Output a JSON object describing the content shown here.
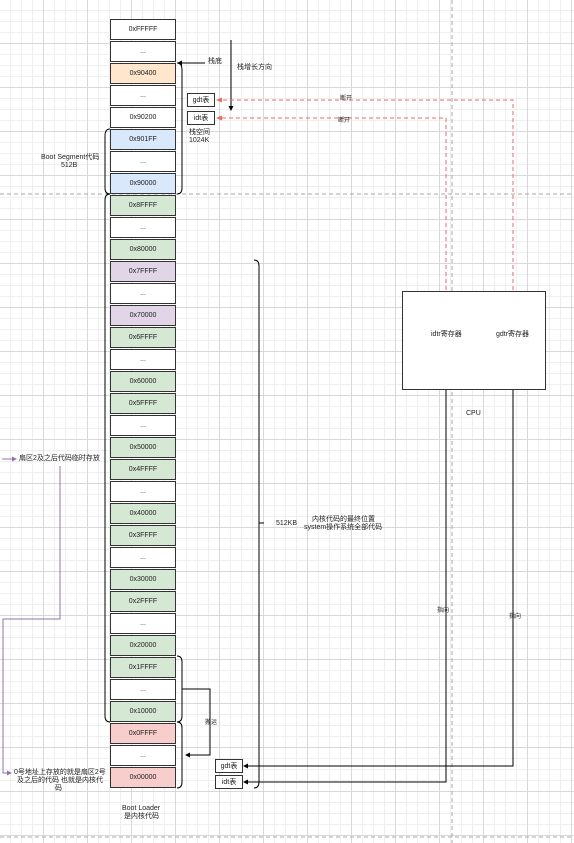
{
  "memory": [
    {
      "label": "0xFFFFF",
      "color": "white"
    },
    {
      "label": "...",
      "color": "white"
    },
    {
      "label": "0x90400",
      "color": "orange"
    },
    {
      "label": "...",
      "color": "white"
    },
    {
      "label": "0x90200",
      "color": "white"
    },
    {
      "label": "0x901FF",
      "color": "blue"
    },
    {
      "label": "...",
      "color": "white"
    },
    {
      "label": "0x90000",
      "color": "blue"
    },
    {
      "label": "0x8FFFF",
      "color": "green"
    },
    {
      "label": "...",
      "color": "white"
    },
    {
      "label": "0x80000",
      "color": "green"
    },
    {
      "label": "0x7FFFF",
      "color": "purple"
    },
    {
      "label": "...",
      "color": "white"
    },
    {
      "label": "0x70000",
      "color": "purple"
    },
    {
      "label": "0x6FFFF",
      "color": "green"
    },
    {
      "label": "...",
      "color": "white"
    },
    {
      "label": "0x60000",
      "color": "green"
    },
    {
      "label": "0x5FFFF",
      "color": "green"
    },
    {
      "label": "...",
      "color": "white"
    },
    {
      "label": "0x50000",
      "color": "green"
    },
    {
      "label": "0x4FFFF",
      "color": "green"
    },
    {
      "label": "...",
      "color": "white"
    },
    {
      "label": "0x40000",
      "color": "green"
    },
    {
      "label": "0x3FFFF",
      "color": "green"
    },
    {
      "label": "...",
      "color": "white"
    },
    {
      "label": "0x30000",
      "color": "green"
    },
    {
      "label": "0x2FFFF",
      "color": "green"
    },
    {
      "label": "...",
      "color": "white"
    },
    {
      "label": "0x20000",
      "color": "green"
    },
    {
      "label": "0x1FFFF",
      "color": "green"
    },
    {
      "label": "...",
      "color": "white"
    },
    {
      "label": "0x10000",
      "color": "green"
    },
    {
      "label": "0x0FFFF",
      "color": "red"
    },
    {
      "label": "...",
      "color": "white"
    },
    {
      "label": "0x00000",
      "color": "red"
    }
  ],
  "colors": {
    "white": "#ffffff",
    "orange": "#ffe6cc",
    "blue": "#dae8fc",
    "green": "#d5e8d4",
    "purple": "#e1d5e7",
    "red": "#f8cecc",
    "dashed_arrow": "#ea6b66",
    "purple_arrow": "#9673a6"
  },
  "labels": {
    "stack_bottom": "栈底",
    "stack_growth": "栈增长方向",
    "stack_space_line1": "栈空间",
    "stack_space_line2": "1024K",
    "boot_segment_line1": "Boot Segment代码",
    "boot_segment_line2": "512B",
    "sector2_temp": "扇区2及之后代码临时存放",
    "address0_line1": "0号地址上存放的就是扇区2号",
    "address0_line2": "及之后的代码 也就是内核代",
    "address0_line3": "码",
    "bootloader_line1": "Boot Loader",
    "bootloader_line2": "是内核代码",
    "kernel_size": "512KB",
    "kernel_line1": "内核代码的最终位置",
    "kernel_line2": "system操作系统全部代码",
    "move": "搬运",
    "gdt_top": "gdt表",
    "idt_top": "idt表",
    "gdt_bottom": "gdt表",
    "idt_bottom": "idt表",
    "disconnect1": "断开",
    "disconnect2": "断开",
    "idtr": "idtr寄存器",
    "gdtr": "gdtr寄存器",
    "cpu": "CPU",
    "points_to_1": "指向",
    "points_to_2": "指向"
  }
}
